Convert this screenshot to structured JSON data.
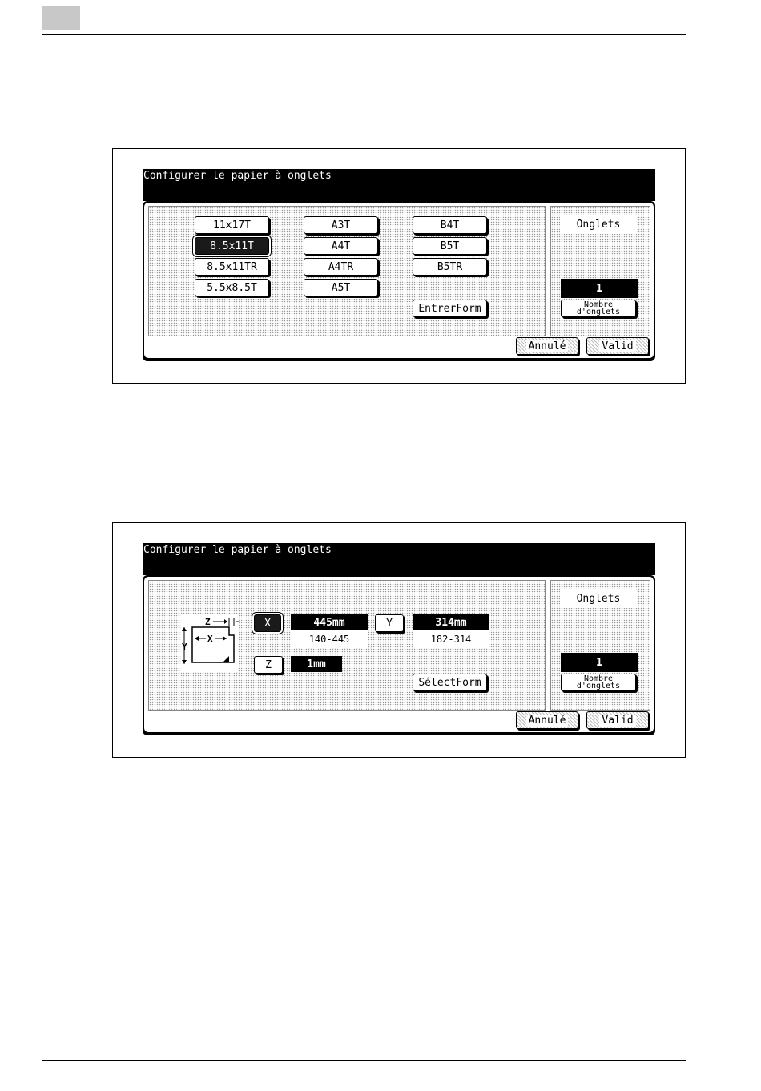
{
  "screen1": {
    "title": "Configurer le papier à onglets",
    "sizes": [
      [
        "11x17T",
        "A3T",
        "B4T"
      ],
      [
        "8.5x11T",
        "A4T",
        "B5T"
      ],
      [
        "8.5x11TR",
        "A4TR",
        "B5TR"
      ],
      [
        "5.5x8.5T",
        "A5T",
        ""
      ]
    ],
    "selected_size": "8.5x11T",
    "entrer_form_label": "EntrerForm",
    "onglets_label": "Onglets",
    "tab_count": "1",
    "nombre_label_line1": "Nombre",
    "nombre_label_line2": "d'onglets",
    "cancel_label": "Annulé",
    "ok_label": "Valid"
  },
  "screen2": {
    "title": "Configurer le papier à onglets",
    "x_button": "X",
    "x_value": "445mm",
    "x_range": "140-445",
    "y_button": "Y",
    "y_value": "314mm",
    "y_range": "182-314",
    "z_button": "Z",
    "z_value": "1mm",
    "diagram_labels": {
      "z": "Z",
      "x": "X",
      "y": "Y"
    },
    "select_form_label": "SélectForm",
    "onglets_label": "Onglets",
    "tab_count": "1",
    "nombre_label_line1": "Nombre",
    "nombre_label_line2": "d'onglets",
    "cancel_label": "Annulé",
    "ok_label": "Valid"
  }
}
